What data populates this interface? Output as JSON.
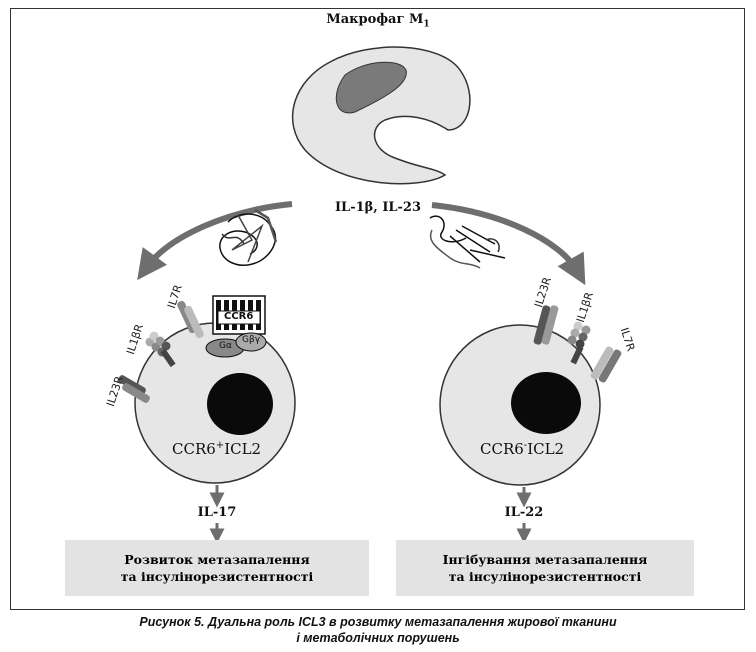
{
  "title": "Макрофаг M",
  "title_sub": "1",
  "cytokines": "IL-1β, IL-23",
  "left_cell": {
    "label_prefix": "CCR6",
    "label_sup": "+",
    "label_suffix": "ICL2",
    "receptors": [
      "IL23R",
      "IL1βR",
      "IL7R"
    ],
    "ccr6_label": "CCR6",
    "galpha": "Gα",
    "gbeta": "Gβγ",
    "output": "IL-17",
    "outcome_line1": "Розвиток метазапалення",
    "outcome_line2": "та інсулінорезистентності"
  },
  "right_cell": {
    "label_prefix": "CCR6",
    "label_sup": "-",
    "label_suffix": "ICL2",
    "receptors": [
      "IL23R",
      "IL1βR",
      "IL7R"
    ],
    "output": "IL-22",
    "outcome_line1": "Інгібування метазапалення",
    "outcome_line2": "та інсулінорезистентності"
  },
  "caption_line1": "Рисунок 5. Дуальна роль ICL3 в розвитку метазапалення жирової тканини",
  "caption_line2": "і метаболічних порушень",
  "colors": {
    "arrow": "#6e6e6e",
    "nucleus": "#0a0a0a",
    "box": "#e3e3e3",
    "cell": "#e6e6e6"
  }
}
